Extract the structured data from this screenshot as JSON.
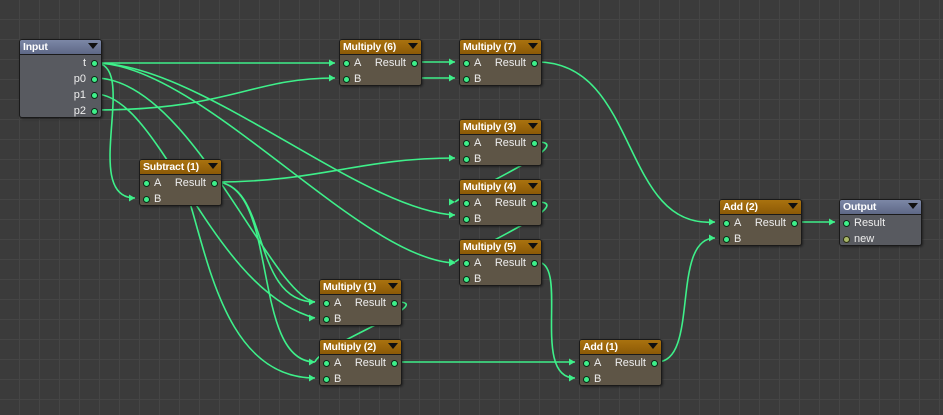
{
  "graph": {
    "input": {
      "title": "Input",
      "ports": [
        "t",
        "p0",
        "p1",
        "p2"
      ]
    },
    "subtract1": {
      "title": "Subtract (1)",
      "in_a": "A",
      "in_b": "B",
      "out": "Result"
    },
    "multiply6": {
      "title": "Multiply (6)",
      "in_a": "A",
      "in_b": "B",
      "out": "Result"
    },
    "multiply7": {
      "title": "Multiply (7)",
      "in_a": "A",
      "in_b": "B",
      "out": "Result"
    },
    "multiply3": {
      "title": "Multiply (3)",
      "in_a": "A",
      "in_b": "B",
      "out": "Result"
    },
    "multiply4": {
      "title": "Multiply (4)",
      "in_a": "A",
      "in_b": "B",
      "out": "Result"
    },
    "multiply5": {
      "title": "Multiply (5)",
      "in_a": "A",
      "in_b": "B",
      "out": "Result"
    },
    "multiply1": {
      "title": "Multiply (1)",
      "in_a": "A",
      "in_b": "B",
      "out": "Result"
    },
    "multiply2": {
      "title": "Multiply (2)",
      "in_a": "A",
      "in_b": "B",
      "out": "Result"
    },
    "add1": {
      "title": "Add (1)",
      "in_a": "A",
      "in_b": "B",
      "out": "Result"
    },
    "add2": {
      "title": "Add (2)",
      "in_a": "A",
      "in_b": "B",
      "out": "Result"
    },
    "output": {
      "title": "Output",
      "in_result": "Result",
      "in_new": "new"
    }
  },
  "colors": {
    "wire": "#3ef08a",
    "node_header": "#a9720f",
    "io_header": "#7c87a6",
    "node_body": "#5e5546",
    "canvas": "#3b3b3b"
  }
}
